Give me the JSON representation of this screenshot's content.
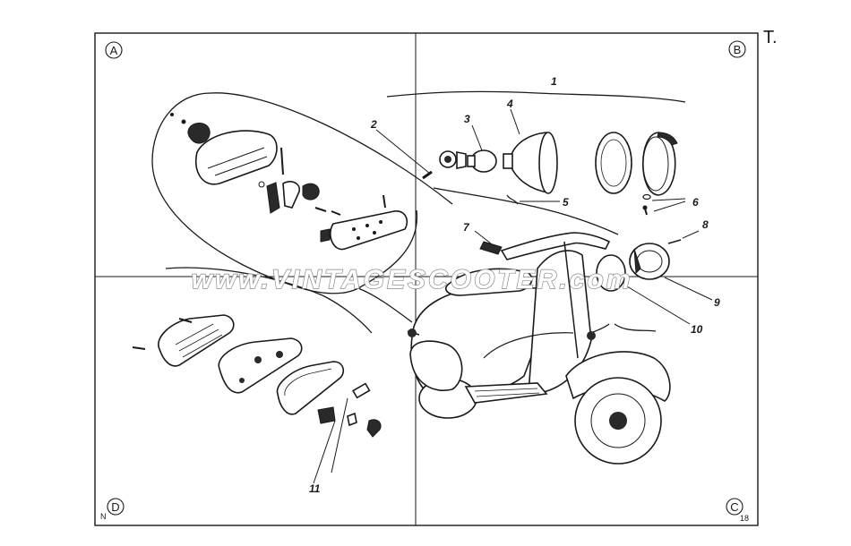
{
  "sheet": {
    "side_mark": "T.",
    "page_number": "18",
    "corner_mark": "N"
  },
  "quadrants": {
    "a": "A",
    "b": "B",
    "c": "C",
    "d": "D"
  },
  "callouts": {
    "c1": "1",
    "c2": "2",
    "c3": "3",
    "c4": "4",
    "c5": "5",
    "c6": "6",
    "c7": "7",
    "c8": "8",
    "c9": "9",
    "c10": "10",
    "c11": "11"
  },
  "watermark": "www.VINTAGESCOOTER.com"
}
